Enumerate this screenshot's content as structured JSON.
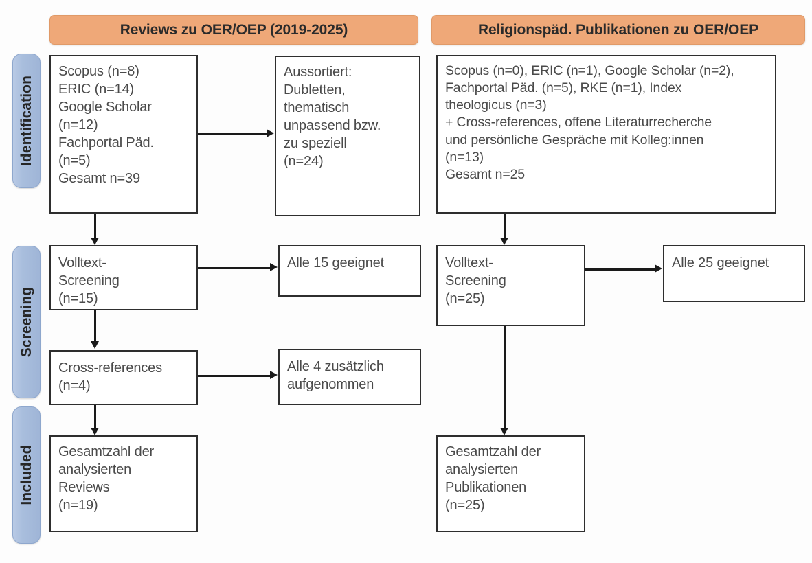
{
  "phases": [
    {
      "label": "Identification"
    },
    {
      "label": "Screening"
    },
    {
      "label": "Included"
    }
  ],
  "columns": [
    {
      "header": "Reviews zu OER/OEP (2019-2025)",
      "boxes": {
        "sources": "Scopus (n=8)\nERIC (n=14)\nGoogle Scholar\n(n=12)\nFachportal Päd.\n(n=5)\nGesamt n=39",
        "excluded": "Aussortiert:\nDubletten,\nthematisch\nunpassend bzw.\nzu speziell\n(n=24)",
        "fulltext": "Volltext-\nScreening\n(n=15)",
        "fulltext_result": "Alle 15 geeignet",
        "crossrefs": "Cross-references\n(n=4)",
        "crossrefs_result": "Alle 4 zusätzlich\naufgenommen",
        "included": "Gesamtzahl der\nanalysierten\nReviews\n(n=19)"
      }
    },
    {
      "header": "Religionspäd. Publikationen zu OER/OEP",
      "boxes": {
        "sources": "Scopus (n=0), ERIC (n=1), Google Scholar (n=2),\nFachportal Päd. (n=5), RKE (n=1), Index\ntheologicus (n=3)\n+ Cross-references, offene Literaturrecherche\nund persönliche Gespräche mit Kolleg:innen\n(n=13)\nGesamt n=25",
        "fulltext": "Volltext-\nScreening\n(n=25)",
        "fulltext_result": "Alle 25 geeignet",
        "included": "Gesamtzahl der\nanalysierten\nPublikationen\n(n=25)"
      }
    }
  ],
  "colors": {
    "header_orange": "#efa878",
    "phase_blue": "#a9bedd",
    "box_border": "#2e2e2e",
    "text": "#4a4a4a",
    "arrow": "#1a1a1a"
  }
}
